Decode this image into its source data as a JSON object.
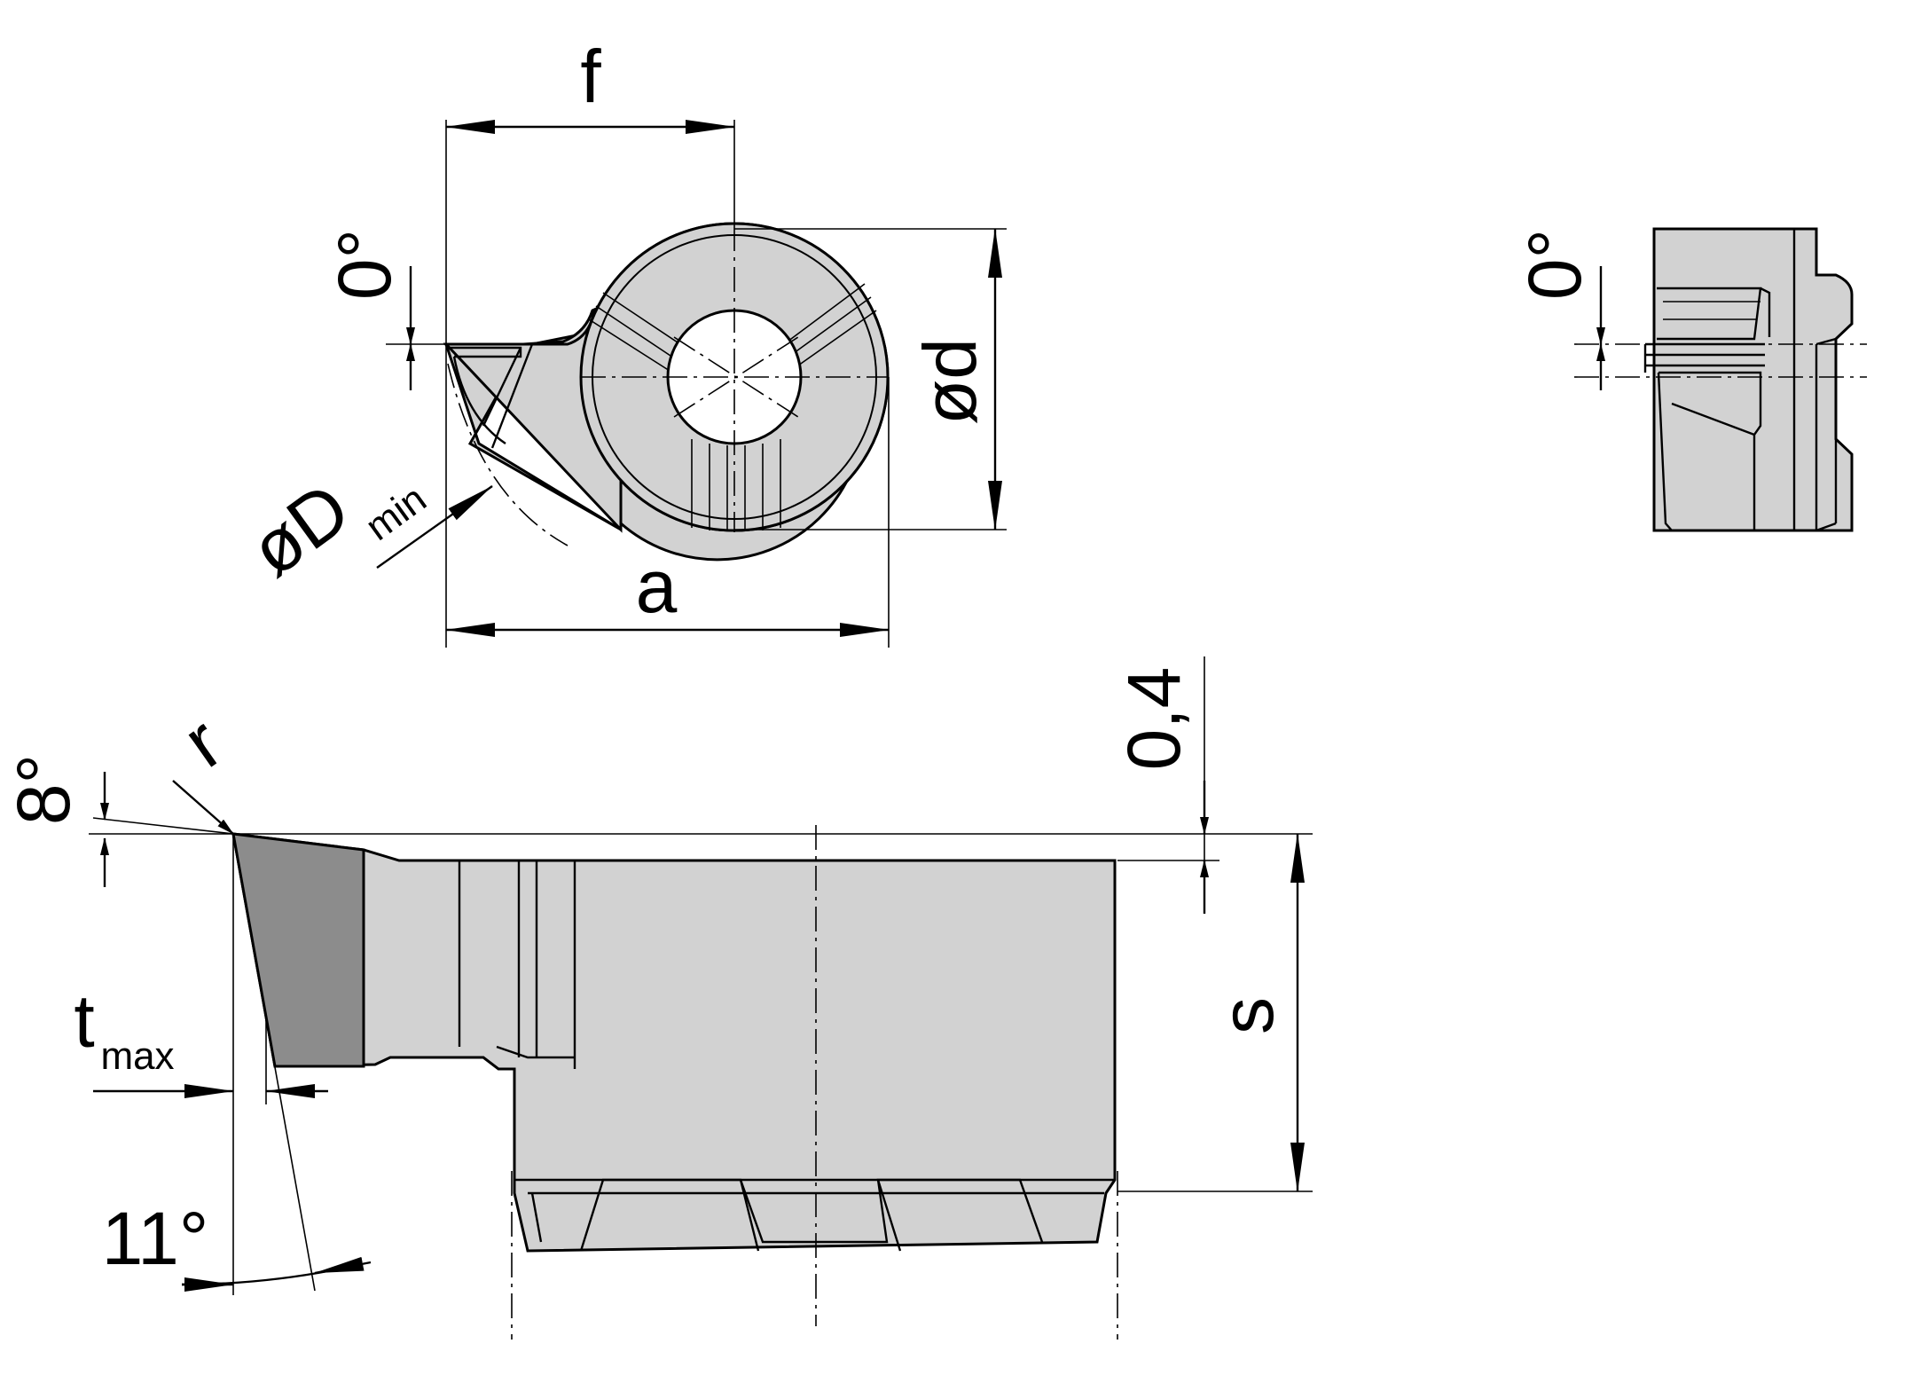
{
  "colors": {
    "body": "#d2d2d2",
    "cutting_edge": "#8c8c8c",
    "line": "#000000"
  },
  "labels": {
    "f": "f",
    "a": "a",
    "d": "ød",
    "zero_left": "0°",
    "zero_right": "0°",
    "D_main": "øD",
    "D_sub": "min",
    "eight_deg": "8°",
    "r": "r",
    "t_main": "t",
    "t_sub": "max",
    "eleven_deg": "11°",
    "zero_four": "0,4",
    "s": "s"
  }
}
